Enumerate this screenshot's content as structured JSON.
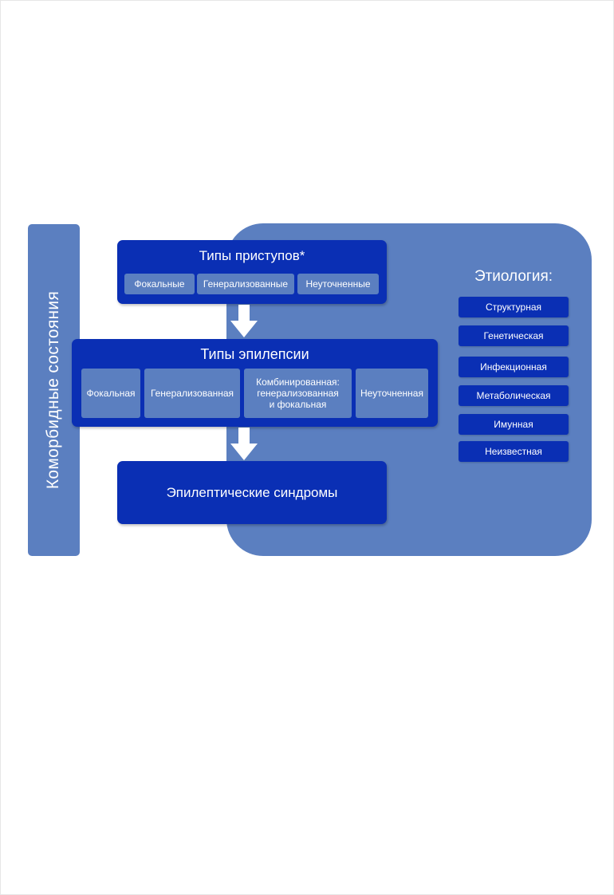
{
  "comorbidities": {
    "label": "Коморбидные состояния"
  },
  "seizure_types": {
    "title": "Типы приступов*",
    "items": [
      "Фокальные",
      "Генерализованные",
      "Неуточненные"
    ]
  },
  "epilepsy_types": {
    "title": "Типы эпилепсии",
    "items": [
      {
        "line1": "Фокальная",
        "line2": "",
        "line3": ""
      },
      {
        "line1": "Генерализованная",
        "line2": "",
        "line3": ""
      },
      {
        "line1": "Комбинированная:",
        "line2": "генерализованная",
        "line3": "и фокальная"
      },
      {
        "line1": "Неуточненная",
        "line2": "",
        "line3": ""
      }
    ]
  },
  "syndromes": {
    "title": "Эпилептические синдромы"
  },
  "etiology": {
    "title": "Этиология:",
    "items": [
      "Структурная",
      "Генетическая",
      "Инфекционная",
      "Метаболическая",
      "Имунная",
      "Неизвестная"
    ]
  },
  "colors": {
    "dark_blue": "#0a2fb4",
    "light_blue": "#5b7fc0",
    "white": "#ffffff"
  }
}
